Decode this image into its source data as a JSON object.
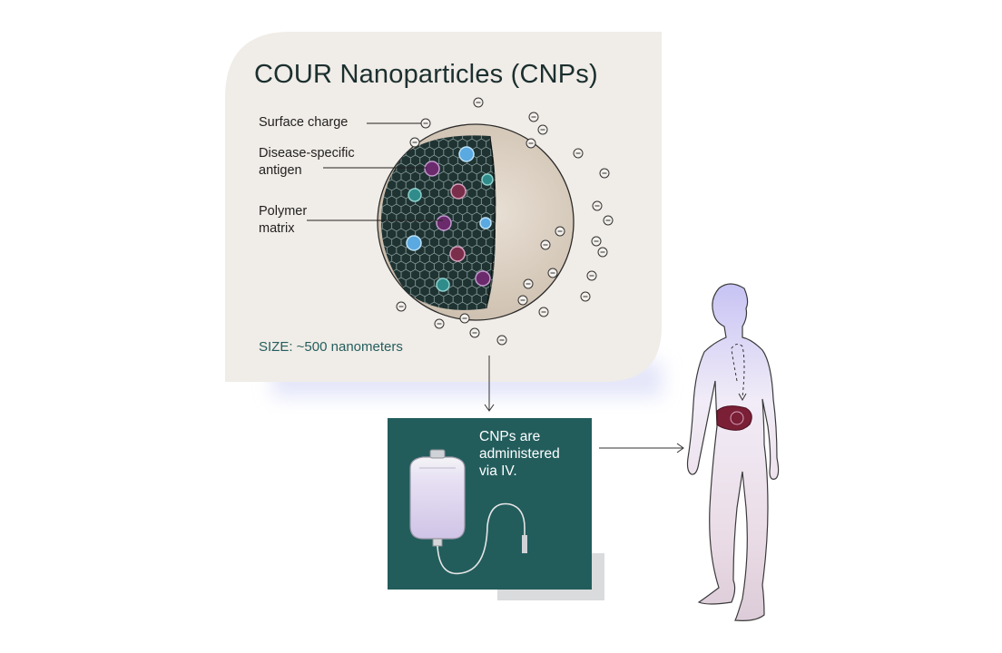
{
  "diagram": {
    "title": "COUR Nanoparticles (CNPs)",
    "labels": {
      "surface_charge": "Surface charge",
      "antigen_line1": "Disease-specific",
      "antigen_line2": "antigen",
      "polymer_line1": "Polymer",
      "polymer_line2": "matrix"
    },
    "size": "SIZE: ~500 nanometers",
    "iv_text": "CNPs are administered via IV.",
    "colors": {
      "panel_bg": "#f0ece7",
      "teal_panel": "#225d5c",
      "particle_shell": "#ddd2c4",
      "matrix_dark": "#1f3332",
      "body_purple": "#a7a3ee",
      "liver": "#7a1f35"
    },
    "charge_symbol": "−"
  }
}
